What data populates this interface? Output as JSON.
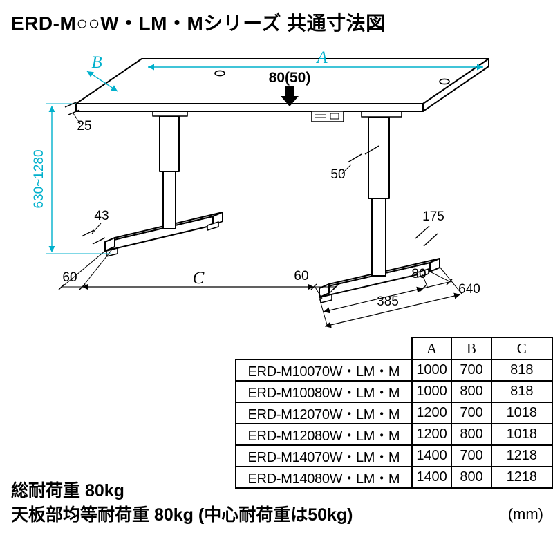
{
  "title": "ERD-M○○W・LM・Mシリーズ 共通寸法図",
  "colors": {
    "dimension_accent": "#00b0cc",
    "ink": "#000000"
  },
  "diagram": {
    "labels": {
      "width": "A",
      "depth": "B",
      "height_range": "630~1280",
      "top_thickness": "25",
      "load_point": "80(50)",
      "column_size": "50",
      "foot_width": "43",
      "foot_rear": "175",
      "foot_front_left": "60",
      "leg_span": "C",
      "foot_front_right": "60",
      "rear_offset": "80",
      "foot_pitch": "385",
      "foot_depth": "640"
    }
  },
  "table": {
    "headers": {
      "a": "A",
      "b": "B",
      "c": "C"
    },
    "rows": [
      {
        "model": "ERD-M10070W・LM・M",
        "a": "1000",
        "b": "700",
        "c": "818"
      },
      {
        "model": "ERD-M10080W・LM・M",
        "a": "1000",
        "b": "800",
        "c": "818"
      },
      {
        "model": "ERD-M12070W・LM・M",
        "a": "1200",
        "b": "700",
        "c": "1018"
      },
      {
        "model": "ERD-M12080W・LM・M",
        "a": "1200",
        "b": "800",
        "c": "1018"
      },
      {
        "model": "ERD-M14070W・LM・M",
        "a": "1400",
        "b": "700",
        "c": "1218"
      },
      {
        "model": "ERD-M14080W・LM・M",
        "a": "1400",
        "b": "800",
        "c": "1218"
      }
    ]
  },
  "notes": {
    "total_load": "総耐荷重 80kg",
    "surface_load": "天板部均等耐荷重 80kg (中心耐荷重は50kg)",
    "unit": "(mm)"
  }
}
